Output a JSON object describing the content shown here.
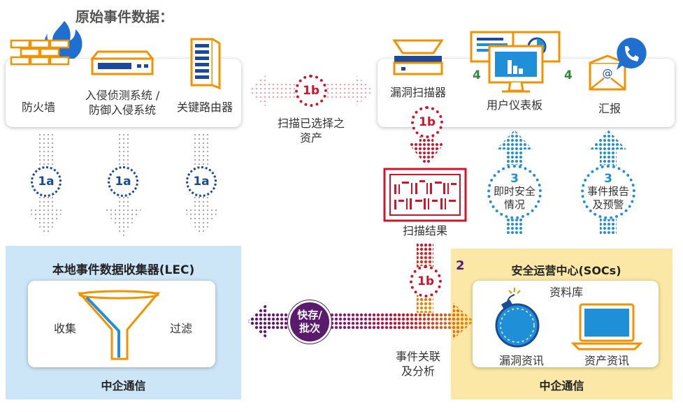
{
  "header": {
    "title": "原始事件数据："
  },
  "sources": [
    {
      "label": "防火墙"
    },
    {
      "label_line1": "入侵侦测系统 /",
      "label_line2": "防御入侵系统"
    },
    {
      "label": "关键路由器"
    }
  ],
  "scan": {
    "badge": "1b",
    "caption_line1": "扫描已选择之",
    "caption_line2": "资产",
    "result_label": "扫描结果"
  },
  "collect_badges": [
    "1a",
    "1a",
    "1a"
  ],
  "right_panel": {
    "scanner_label": "漏洞扫描器",
    "dashboard_label": "用户仪表板",
    "report_label": "汇报",
    "step4_left": "4",
    "step4_right": "4"
  },
  "step3": [
    {
      "num": "3",
      "line1": "即时安全",
      "line2": "情况"
    },
    {
      "num": "3",
      "line1": "事件报告",
      "line2": "及预警"
    }
  ],
  "lec": {
    "title": "本地事件数据收集器(LEC)",
    "left": "收集",
    "right": "过滤",
    "footer": "中企通信"
  },
  "transfer": {
    "line1": "快存/",
    "line2": "批次"
  },
  "correlation": {
    "line1": "事件关联",
    "line2": "及分析"
  },
  "soc": {
    "step": "2",
    "title": "安全运营中心(SOCs)",
    "db_label": "资料库",
    "vuln_label": "漏洞资讯",
    "asset_label": "资产资讯",
    "footer": "中企通信"
  },
  "colors": {
    "orange": "#f39200",
    "blue": "#1b4a9a",
    "light_blue": "#1f8fd8",
    "red": "#d0142c",
    "purple": "#5a1a6e",
    "green": "#2f8a3a",
    "lec_bg": "#cde6f7",
    "soc_bg": "#fbe8a6"
  },
  "icons": [
    "firewall-icon",
    "flame-icon",
    "ids-appliance-icon",
    "router-tower-icon",
    "scanner-icon",
    "dashboard-icon",
    "phone-icon",
    "email-icon",
    "funnel-icon",
    "bomb-icon",
    "laptop-icon",
    "barcode-icon"
  ]
}
